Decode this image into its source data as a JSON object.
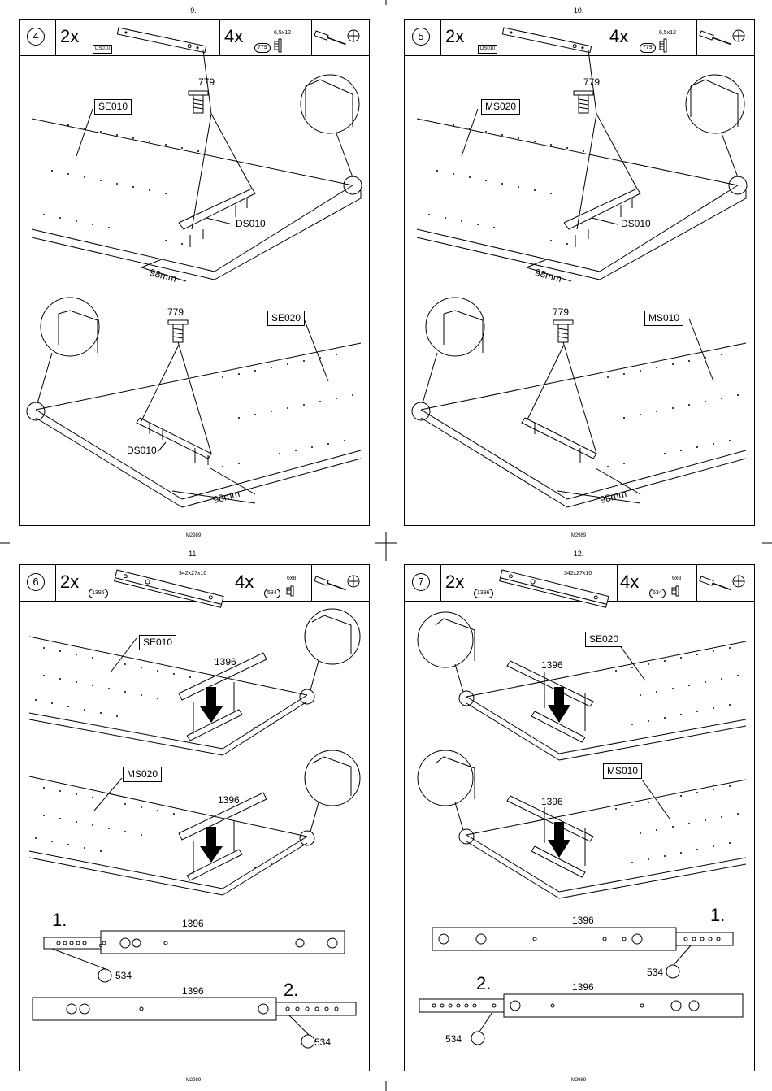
{
  "pages": [
    {
      "number": "9.",
      "footer": "M2989",
      "step": "4",
      "hardware": [
        {
          "qty": "2x",
          "code": "DS010"
        },
        {
          "qty": "4x",
          "code": "779",
          "spec": "6,5x12"
        }
      ],
      "labels": {
        "top_board": "SE010",
        "top_screw": "779",
        "top_rail": "DS010",
        "top_dim": "98mm",
        "bottom_board": "SE020",
        "bottom_screw": "779",
        "bottom_rail": "DS010",
        "bottom_dim": "98mm"
      }
    },
    {
      "number": "10.",
      "footer": "M2989",
      "step": "5",
      "hardware": [
        {
          "qty": "2x",
          "code": "DS010"
        },
        {
          "qty": "4x",
          "code": "779",
          "spec": "6,5x12"
        }
      ],
      "labels": {
        "top_board": "MS020",
        "top_screw": "779",
        "top_rail": "DS010",
        "top_dim": "98mm",
        "bottom_board": "MS010",
        "bottom_screw": "779",
        "bottom_dim": "98mm"
      }
    },
    {
      "number": "11.",
      "footer": "M2989",
      "step": "6",
      "hardware": [
        {
          "qty": "2x",
          "code": "1396",
          "spec": "342x27x10"
        },
        {
          "qty": "4x",
          "code": "534",
          "spec": "6x8"
        }
      ],
      "labels": {
        "top_board": "SE010",
        "top_rail": "1396",
        "bottom_board": "MS020",
        "bottom_rail": "1396",
        "step1": "1.",
        "rail1": "1396",
        "screw1": "534",
        "step2": "2.",
        "rail2": "1396",
        "screw2": "534"
      }
    },
    {
      "number": "12.",
      "footer": "M2989",
      "step": "7",
      "hardware": [
        {
          "qty": "2x",
          "code": "1396",
          "spec": "342x27x10"
        },
        {
          "qty": "4x",
          "code": "534",
          "spec": "6x8"
        }
      ],
      "labels": {
        "top_board": "SE020",
        "top_rail": "1396",
        "bottom_board": "MS010",
        "bottom_rail": "1396",
        "step1": "1.",
        "rail1": "1396",
        "screw1": "534",
        "step2": "2.",
        "rail2": "1396",
        "screw2": "534"
      }
    }
  ],
  "icons": [
    "screwdriver-icon",
    "phillips-head-icon",
    "screw-icon",
    "rail-icon",
    "board-edge-detail-icon",
    "down-arrow-icon"
  ]
}
